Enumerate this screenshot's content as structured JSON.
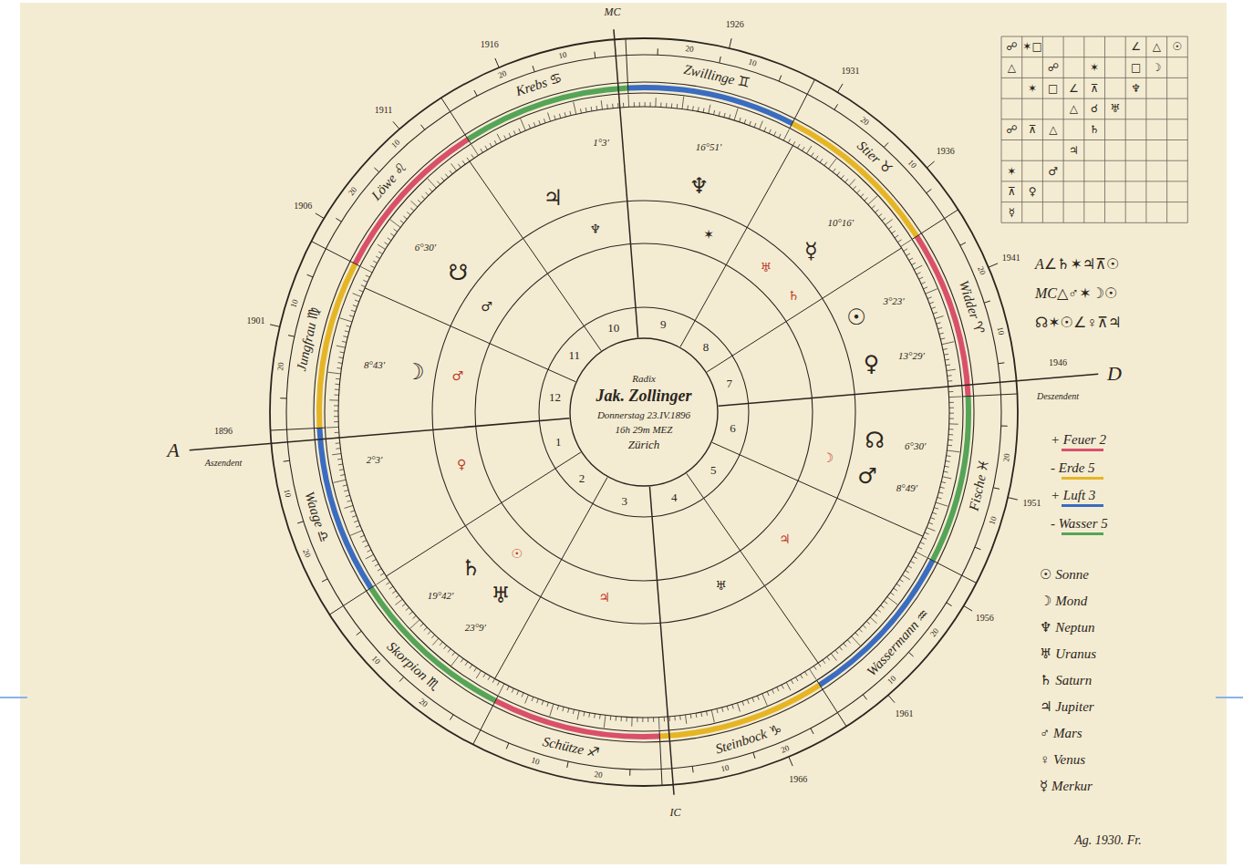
{
  "diagram": {
    "nodes": [
      {
        "text": [
          "Radix",
          "Jak. Zollinger",
          "Donnerstag 23.IV.1896",
          "16h 29m MEZ",
          "Zürich"
        ]
      }
    ],
    "labels": [
      "Widder ♈",
      "Stier ♉",
      "Zwillinge ♊",
      "Krebs ♋",
      "Löwe ♌",
      "Jungfrau ♍",
      "Waage ♎",
      "Skorpion ♏",
      "Schütze ♐",
      "Steinbock ♑",
      "Wassermann ♒",
      "Fische ♓",
      "10",
      "20",
      "10",
      "20",
      "10",
      "20",
      "10",
      "20",
      "10",
      "20",
      "10",
      "20",
      "10",
      "20",
      "10",
      "20",
      "10",
      "20",
      "10",
      "20",
      "10",
      "20",
      "10",
      "20",
      "1",
      "2",
      "3",
      "4",
      "5",
      "6",
      "7",
      "8",
      "9",
      "10",
      "11",
      "12",
      "1901",
      "1906",
      "1911",
      "1916",
      "1926",
      "1931",
      "1936",
      "1941",
      "1951",
      "1956",
      "1961",
      "1966",
      "A",
      "1896",
      "Aszendent",
      "D",
      "1946",
      "Deszendent",
      "MC",
      "IC",
      "2°3'",
      "1°3'",
      "♆",
      "16°51'",
      "♃",
      "☿",
      "10°16'",
      "☉",
      "3°23'",
      "♀",
      "13°29'",
      "♂",
      "8°49'",
      "☊",
      "6°30'",
      "☽",
      "8°43'",
      "☋",
      "6°30'",
      "♄",
      "19°42'",
      "♅",
      "23°9'",
      "♆",
      "✶",
      "♅",
      "♄",
      "♂",
      "♂",
      "♀",
      "☉",
      "♃",
      "♅",
      "♃",
      "☽",
      "A∠♄✶♃⊼☉",
      "MC△♂✶☽☉",
      "☊✶☉∠♀⊼♃",
      "Ag. 1930. Fr.",
      "☍",
      "✶□",
      "∠",
      "△",
      "☉",
      "△",
      "☍",
      "✶",
      "□",
      "☽",
      "✶",
      "□",
      "∠",
      "⊼",
      "♆",
      "△",
      "☌",
      "♅",
      "☍",
      "⊼",
      "△",
      "♄",
      "♃",
      "✶",
      "♂",
      "⊼",
      "♀",
      "☿"
    ],
    "legend": [
      {
        "text": "+ Feuer 2",
        "color": "#d9506a"
      },
      {
        "text": "- Erde 5",
        "color": "#e6b526"
      },
      {
        "text": "+ Luft 3",
        "color": "#3a6cc0"
      },
      {
        "text": "- Wasser 5",
        "color": "#55a457"
      },
      {
        "text": "☉ Sonne"
      },
      {
        "text": "☽ Mond"
      },
      {
        "text": "♆ Neptun"
      },
      {
        "text": "♅ Uranus"
      },
      {
        "text": "♄ Saturn"
      },
      {
        "text": "♃ Jupiter"
      },
      {
        "text": "♂ Mars"
      },
      {
        "text": "♀ Venus"
      },
      {
        "text": "☿ Merkur"
      }
    ]
  }
}
